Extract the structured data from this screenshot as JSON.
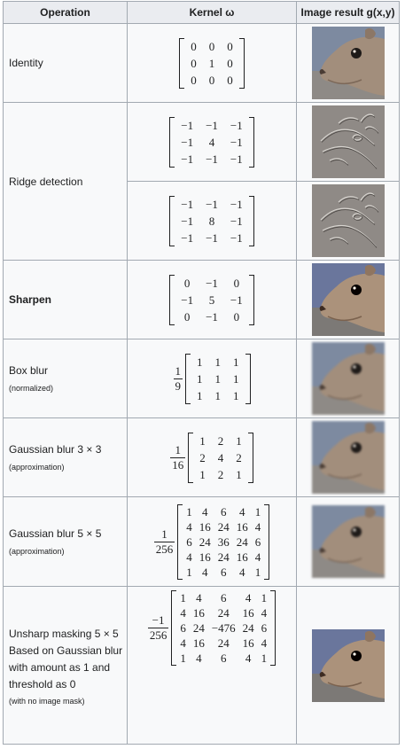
{
  "header": {
    "operation": "Operation",
    "kernel": "Kernel ω",
    "result": "Image result g(x,y)"
  },
  "rows": {
    "identity": {
      "label": "Identity",
      "matrix": [
        [
          "0",
          "0",
          "0"
        ],
        [
          "0",
          "1",
          "0"
        ],
        [
          "0",
          "0",
          "0"
        ]
      ]
    },
    "ridge": {
      "label": "Ridge detection",
      "matrix_a": [
        [
          "−1",
          "−1",
          "−1"
        ],
        [
          "−1",
          "4",
          "−1"
        ],
        [
          "−1",
          "−1",
          "−1"
        ]
      ],
      "matrix_b": [
        [
          "−1",
          "−1",
          "−1"
        ],
        [
          "−1",
          "8",
          "−1"
        ],
        [
          "−1",
          "−1",
          "−1"
        ]
      ]
    },
    "sharpen": {
      "label": "Sharpen",
      "matrix": [
        [
          "0",
          "−1",
          "0"
        ],
        [
          "−1",
          "5",
          "−1"
        ],
        [
          "0",
          "−1",
          "0"
        ]
      ]
    },
    "box": {
      "label": "Box blur",
      "note": "(normalized)",
      "num": "1",
      "den": "9",
      "matrix": [
        [
          "1",
          "1",
          "1"
        ],
        [
          "1",
          "1",
          "1"
        ],
        [
          "1",
          "1",
          "1"
        ]
      ]
    },
    "gauss3": {
      "label": "Gaussian blur 3 × 3",
      "note": "(approximation)",
      "num": "1",
      "den": "16",
      "matrix": [
        [
          "1",
          "2",
          "1"
        ],
        [
          "2",
          "4",
          "2"
        ],
        [
          "1",
          "2",
          "1"
        ]
      ]
    },
    "gauss5": {
      "label": "Gaussian blur 5 × 5",
      "note": "(approximation)",
      "num": "1",
      "den": "256",
      "matrix": [
        [
          "1",
          "4",
          "6",
          "4",
          "1"
        ],
        [
          "4",
          "16",
          "24",
          "16",
          "4"
        ],
        [
          "6",
          "24",
          "36",
          "24",
          "6"
        ],
        [
          "4",
          "16",
          "24",
          "16",
          "4"
        ],
        [
          "1",
          "4",
          "6",
          "4",
          "1"
        ]
      ]
    },
    "unsharp": {
      "label1": "Unsharp masking 5 × 5",
      "label2": "Based on Gaussian blur",
      "label3": "with amount as 1 and",
      "label4": "threshold as 0",
      "note": "(with no image mask)",
      "num": "−1",
      "den": "256",
      "matrix": [
        [
          "1",
          "4",
          "6",
          "4",
          "1"
        ],
        [
          "4",
          "16",
          "24",
          "16",
          "4"
        ],
        [
          "6",
          "24",
          "−476",
          "24",
          "6"
        ],
        [
          "4",
          "16",
          "24",
          "16",
          "4"
        ],
        [
          "1",
          "4",
          "6",
          "4",
          "1"
        ]
      ]
    }
  },
  "images": {
    "identity": "squirrel-photo",
    "ridge_a": "squirrel-edges",
    "ridge_b": "squirrel-edges",
    "sharpen": "squirrel-sharpened",
    "box": "squirrel-blurred",
    "gauss3": "squirrel-blurred",
    "gauss5": "squirrel-blurred",
    "unsharp": "squirrel-unsharp"
  },
  "colors": {
    "border": "#a2a9b1",
    "header_bg": "#eaecf0",
    "cell_bg": "#f8f9fa"
  }
}
